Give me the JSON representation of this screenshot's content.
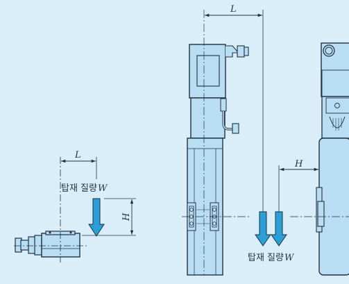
{
  "colors": {
    "background": "#d9eef9",
    "body_fill": "#b9def3",
    "outline": "#1f3140",
    "arrow": "#2aa0d8",
    "dim": "#1f3140"
  },
  "left_figure": {
    "dim_L": "L",
    "dim_H": "H",
    "load_label": "탑재 질량",
    "load_symbol": "W"
  },
  "right_figure": {
    "dim_L": "L",
    "dim_H": "H",
    "load_label": "탑재 질량",
    "load_symbol": "W"
  }
}
